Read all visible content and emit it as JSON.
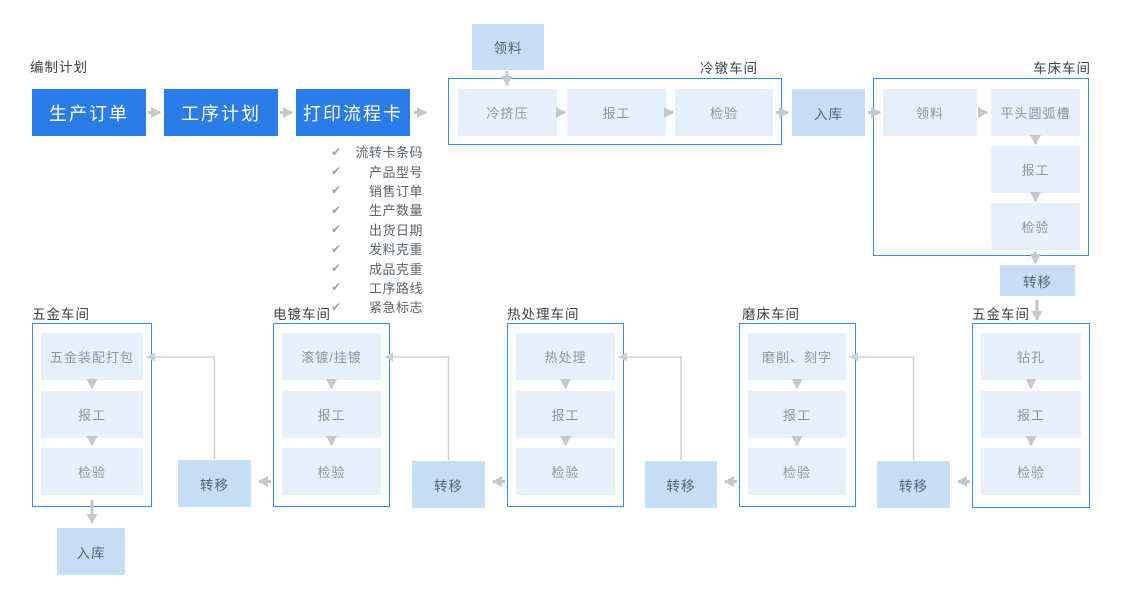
{
  "colors": {
    "primary_blue": "#2a7ce8",
    "mid_blue": "#c6dff7",
    "light_blue": "#e7f1fb",
    "border_blue": "#3e8ce9",
    "arrow_gray": "#c3c9cf",
    "label_dark": "#3d434b",
    "text_gray": "#8b97a5",
    "text_mid": "#53657a"
  },
  "plan": {
    "section_label": "编制计划",
    "steps": [
      "生产订单",
      "工序计划",
      "打印流程卡"
    ]
  },
  "card_fields": {
    "check_icon": "✔",
    "items": [
      "流转卡条码",
      "产品型号",
      "销售订单",
      "生产数量",
      "出货日期",
      "发料克重",
      "成品克重",
      "工序路线",
      "紧急标志"
    ]
  },
  "shared": {
    "transfer": "转移",
    "warehouse_in": "入库",
    "pick_material": "领料"
  },
  "cold_heading": {
    "name": "冷镦车间",
    "steps": [
      "冷挤压",
      "报工",
      "检验"
    ]
  },
  "lathe": {
    "name": "车床车间",
    "pick": "领料",
    "steps": [
      "平头圆弧槽",
      "报工",
      "检验"
    ]
  },
  "hardware_right": {
    "name": "五金车间",
    "steps": [
      "钻孔",
      "报工",
      "检验"
    ]
  },
  "grinding": {
    "name": "磨床车间",
    "steps": [
      "磨削、刻字",
      "报工",
      "检验"
    ]
  },
  "heat_treatment": {
    "name": "热处理车间",
    "steps": [
      "热处理",
      "报工",
      "检验"
    ]
  },
  "plating": {
    "name": "电镀车间",
    "steps": [
      "滚镀/挂镀",
      "报工",
      "检验"
    ]
  },
  "hardware_left": {
    "name": "五金车间",
    "steps": [
      "五金装配打包",
      "报工",
      "检验"
    ]
  }
}
